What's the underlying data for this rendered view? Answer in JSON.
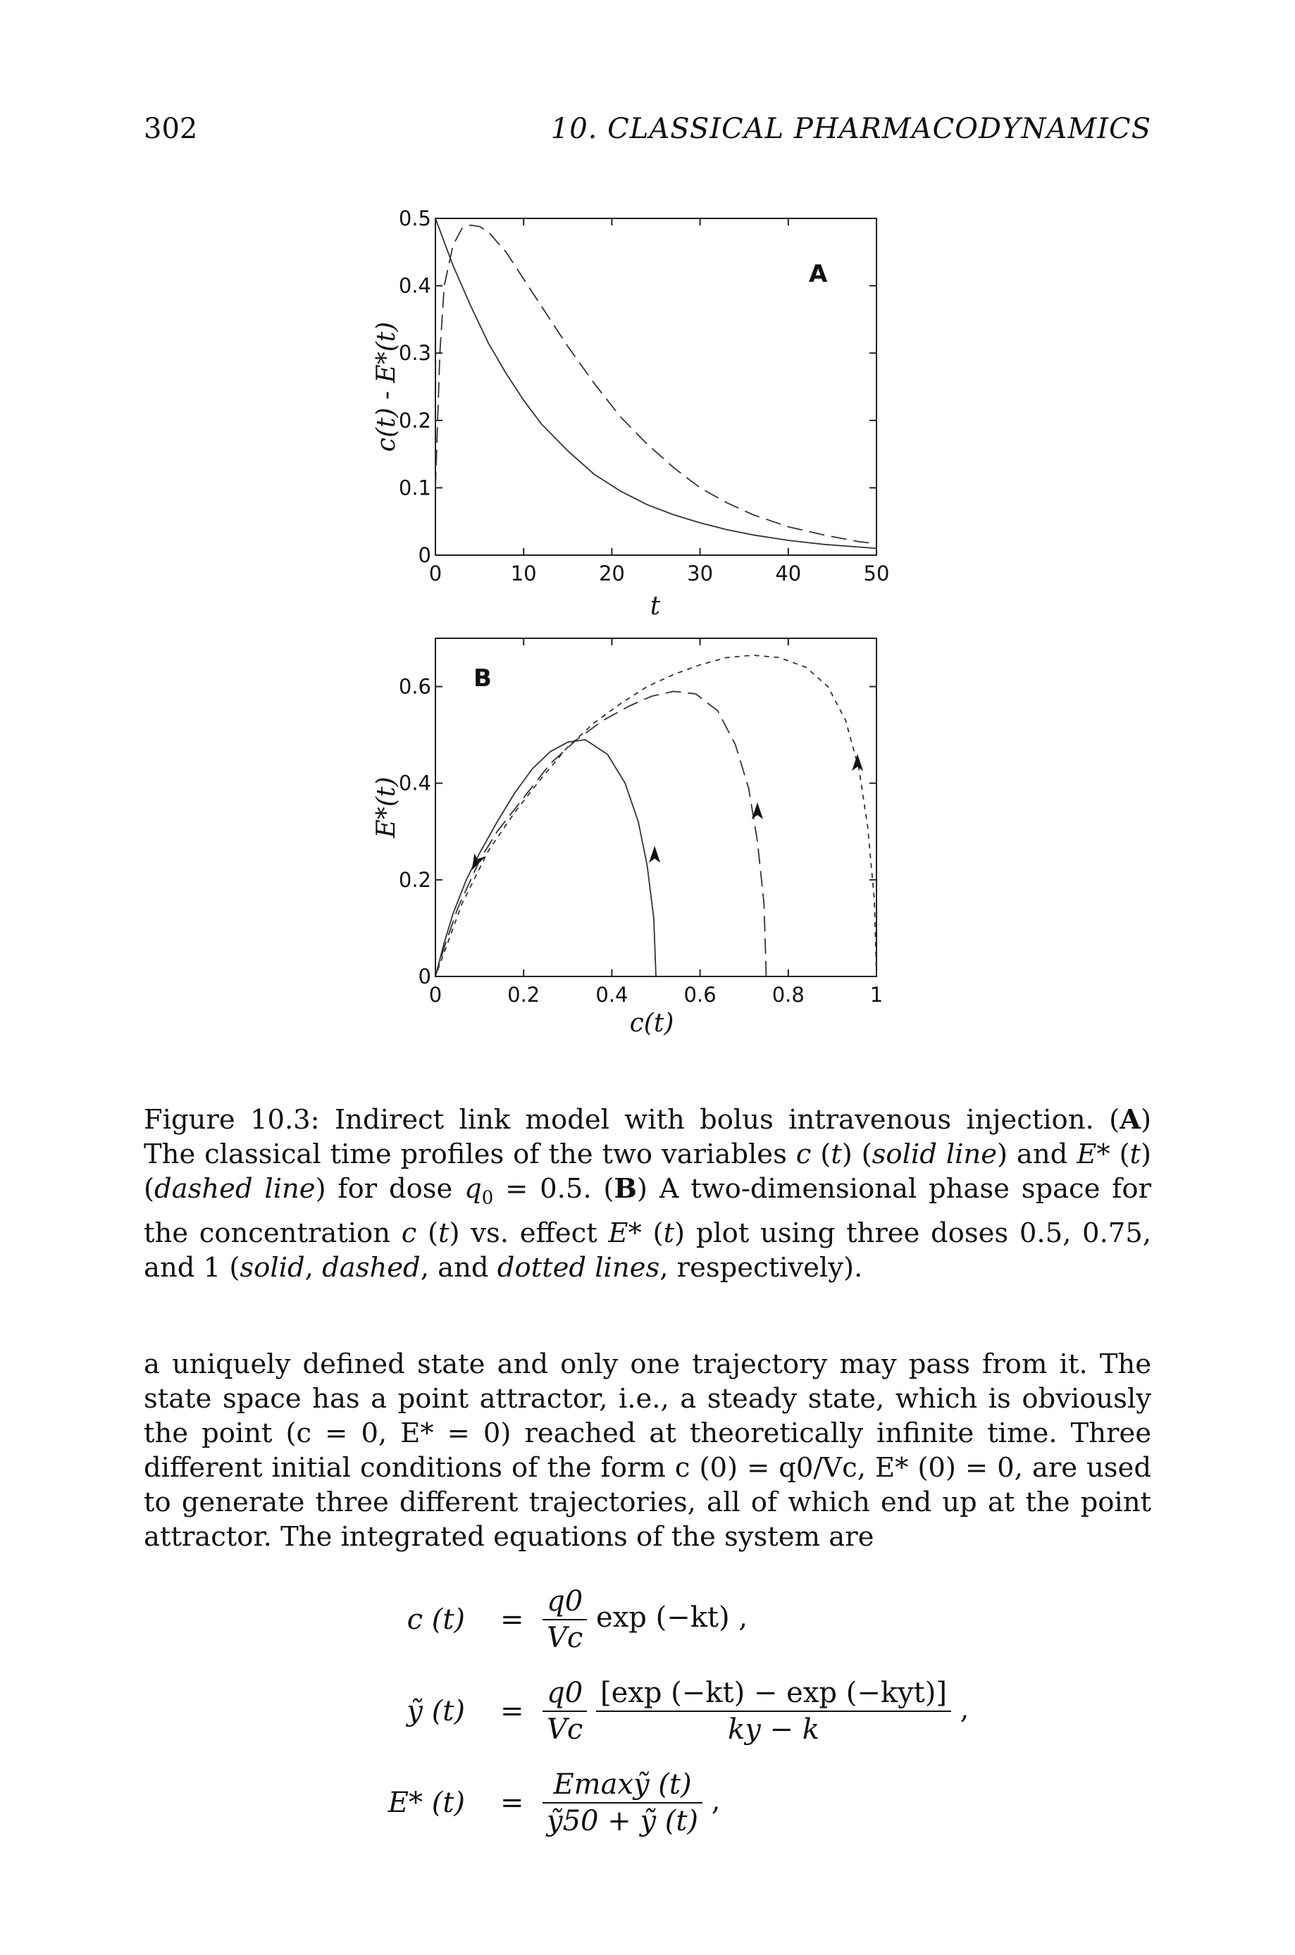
{
  "header": {
    "page_number": "302",
    "running_title": "10. CLASSICAL PHARMACODYNAMICS"
  },
  "chart_data": [
    {
      "panel": "A",
      "type": "line",
      "xlabel": "t",
      "ylabel": "c(t) - E*(t)",
      "xlim": [
        0,
        50
      ],
      "ylim": [
        0,
        0.5
      ],
      "x_ticks": [
        "0",
        "10",
        "20",
        "30",
        "40",
        "50"
      ],
      "y_ticks": [
        "0",
        "0.1",
        "0.2",
        "0.3",
        "0.4",
        "0.5"
      ],
      "series": [
        {
          "style": "solid",
          "x": [
            0,
            2,
            4,
            6,
            8,
            10,
            12,
            15,
            18,
            21,
            24,
            27,
            30,
            33,
            36,
            40,
            44,
            48,
            50
          ],
          "y": [
            0.5,
            0.43,
            0.37,
            0.315,
            0.27,
            0.23,
            0.195,
            0.155,
            0.12,
            0.095,
            0.075,
            0.06,
            0.048,
            0.038,
            0.03,
            0.022,
            0.016,
            0.012,
            0.01
          ]
        },
        {
          "style": "dashed",
          "x": [
            0,
            0.5,
            1,
            2,
            3,
            4,
            5,
            6,
            8,
            10,
            12,
            15,
            18,
            21,
            24,
            27,
            30,
            33,
            36,
            40,
            44,
            48,
            50
          ],
          "y": [
            0.1,
            0.3,
            0.4,
            0.46,
            0.485,
            0.49,
            0.488,
            0.48,
            0.45,
            0.41,
            0.37,
            0.31,
            0.255,
            0.205,
            0.165,
            0.13,
            0.1,
            0.078,
            0.06,
            0.042,
            0.03,
            0.02,
            0.017
          ]
        }
      ]
    },
    {
      "panel": "B",
      "type": "line",
      "xlabel": "c(t)",
      "ylabel": "E*(t)",
      "xlim": [
        0,
        1
      ],
      "ylim": [
        0,
        0.7
      ],
      "x_ticks": [
        "0",
        "0.2",
        "0.4",
        "0.6",
        "0.8",
        "1"
      ],
      "y_ticks": [
        "0",
        "0.2",
        "0.4",
        "0.6"
      ],
      "series": [
        {
          "style": "solid",
          "x": [
            0.5,
            0.495,
            0.48,
            0.46,
            0.43,
            0.39,
            0.34,
            0.3,
            0.26,
            0.22,
            0.18,
            0.14,
            0.1,
            0.07,
            0.04,
            0.02,
            0
          ],
          "y": [
            0,
            0.12,
            0.23,
            0.32,
            0.4,
            0.46,
            0.49,
            0.485,
            0.465,
            0.43,
            0.38,
            0.32,
            0.255,
            0.2,
            0.13,
            0.07,
            0
          ]
        },
        {
          "style": "dashed",
          "x": [
            0.75,
            0.745,
            0.73,
            0.71,
            0.68,
            0.64,
            0.59,
            0.54,
            0.49,
            0.44,
            0.38,
            0.32,
            0.26,
            0.2,
            0.14,
            0.1,
            0.05,
            0.02,
            0
          ],
          "y": [
            0,
            0.15,
            0.28,
            0.39,
            0.48,
            0.55,
            0.585,
            0.59,
            0.58,
            0.56,
            0.53,
            0.49,
            0.44,
            0.37,
            0.3,
            0.24,
            0.14,
            0.06,
            0
          ]
        },
        {
          "style": "dotted",
          "x": [
            1,
            0.995,
            0.98,
            0.96,
            0.93,
            0.89,
            0.84,
            0.78,
            0.72,
            0.66,
            0.6,
            0.54,
            0.48,
            0.42,
            0.36,
            0.3,
            0.24,
            0.18,
            0.12,
            0.06,
            0
          ],
          "y": [
            0,
            0.16,
            0.31,
            0.43,
            0.53,
            0.6,
            0.64,
            0.66,
            0.665,
            0.66,
            0.645,
            0.625,
            0.6,
            0.565,
            0.525,
            0.475,
            0.41,
            0.34,
            0.26,
            0.15,
            0
          ]
        }
      ],
      "arrows": [
        {
          "x": 0.095,
          "y": 0.24,
          "direction": "down-left"
        },
        {
          "x": 0.497,
          "y": 0.25,
          "direction": "up"
        },
        {
          "x": 0.73,
          "y": 0.34,
          "direction": "up"
        },
        {
          "x": 0.957,
          "y": 0.44,
          "direction": "up"
        }
      ]
    }
  ],
  "caption": {
    "label": "Figure 10.3:",
    "s1": " Indirect link model with bolus intravenous injection. (",
    "bA": "A",
    "s2": ") The classical time profiles of the two variables ",
    "c": "c",
    "s3": " (",
    "t1": "t",
    "s4": ") (",
    "solid1": "solid line",
    "s5": ") and ",
    "E1": "E",
    "s6": "* (",
    "t2": "t",
    "s7": ") (",
    "dashed1": "dashed line",
    "s8": ") for dose ",
    "q": "q",
    "sub0": "0",
    "s9": " = 0.5. (",
    "bB": "B",
    "s10": ") A two-dimensional phase space for the concentration ",
    "c2": "c",
    "s11": " (",
    "t3": "t",
    "s12": ") vs. effect ",
    "E2": "E",
    "s13": "* (",
    "t4": "t",
    "s14": ") plot using three doses 0.5, 0.75, and 1 (",
    "solid2": "solid",
    "s15": ", ",
    "dashed2": "dashed",
    "s16": ", and ",
    "dotted": "dotted lines",
    "s17": ", respectively)."
  },
  "body": {
    "p1": "a uniquely defined state and only one trajectory may pass from it. The state space has a point attractor, i.e., a steady state, which is obviously the point (c = 0, E* = 0) reached at theoretically infinite time. Three different initial conditions of the form c (0) = q0/Vc, E* (0) = 0, are used to generate three different trajectories, all of which end up at the point attractor. The integrated equations of the system are"
  },
  "equations": [
    {
      "lhs": "c (t)",
      "sign": "=",
      "num": "q0",
      "den": "Vc",
      "tail": "exp (−kt) ,"
    },
    {
      "lhs": "ỹ (t)",
      "sign": "=",
      "num": "q0",
      "den": "Vc",
      "num2": "[exp (−kt) − exp (−kyt)]",
      "den2": "ky − k",
      "tail": ","
    },
    {
      "lhs": "E* (t)",
      "sign": "=",
      "num": "Emaxỹ (t)",
      "den": "ỹ50 + ỹ (t)",
      "tail": ","
    }
  ]
}
